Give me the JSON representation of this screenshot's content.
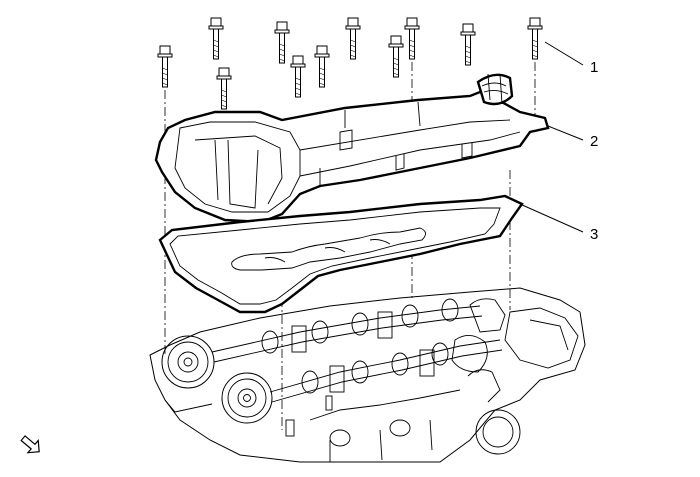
{
  "diagram": {
    "callouts": [
      {
        "id": "1",
        "label": "1"
      },
      {
        "id": "2",
        "label": "2"
      },
      {
        "id": "3",
        "label": "3"
      }
    ],
    "view_arrow_icon": "front-direction-arrow-icon"
  }
}
